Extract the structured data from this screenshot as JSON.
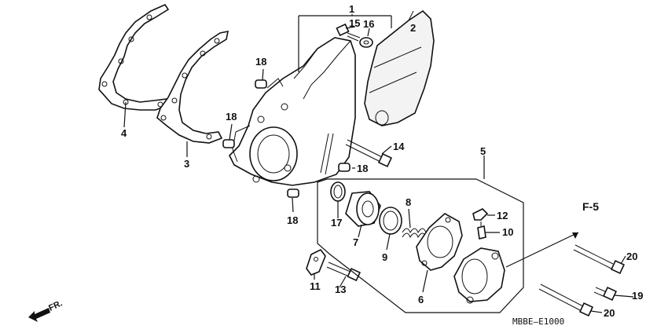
{
  "parts": [
    {
      "id": "1",
      "label": "1"
    },
    {
      "id": "2",
      "label": "2"
    },
    {
      "id": "3",
      "label": "3"
    },
    {
      "id": "4",
      "label": "4"
    },
    {
      "id": "5",
      "label": "5"
    },
    {
      "id": "6",
      "label": "6"
    },
    {
      "id": "7",
      "label": "7"
    },
    {
      "id": "8",
      "label": "8"
    },
    {
      "id": "9",
      "label": "9"
    },
    {
      "id": "10",
      "label": "10"
    },
    {
      "id": "11",
      "label": "11"
    },
    {
      "id": "12",
      "label": "12"
    },
    {
      "id": "13",
      "label": "13"
    },
    {
      "id": "14",
      "label": "14"
    },
    {
      "id": "15",
      "label": "15"
    },
    {
      "id": "16",
      "label": "16"
    },
    {
      "id": "17",
      "label": "17"
    },
    {
      "id": "18a",
      "label": "18"
    },
    {
      "id": "18b",
      "label": "18"
    },
    {
      "id": "18c",
      "label": "18"
    },
    {
      "id": "18d",
      "label": "18"
    },
    {
      "id": "19",
      "label": "19"
    },
    {
      "id": "20a",
      "label": "20"
    },
    {
      "id": "20b",
      "label": "20"
    }
  ],
  "reference": "F-5",
  "front_marker": "FR.",
  "diagram_code": "MBBE—E1000"
}
